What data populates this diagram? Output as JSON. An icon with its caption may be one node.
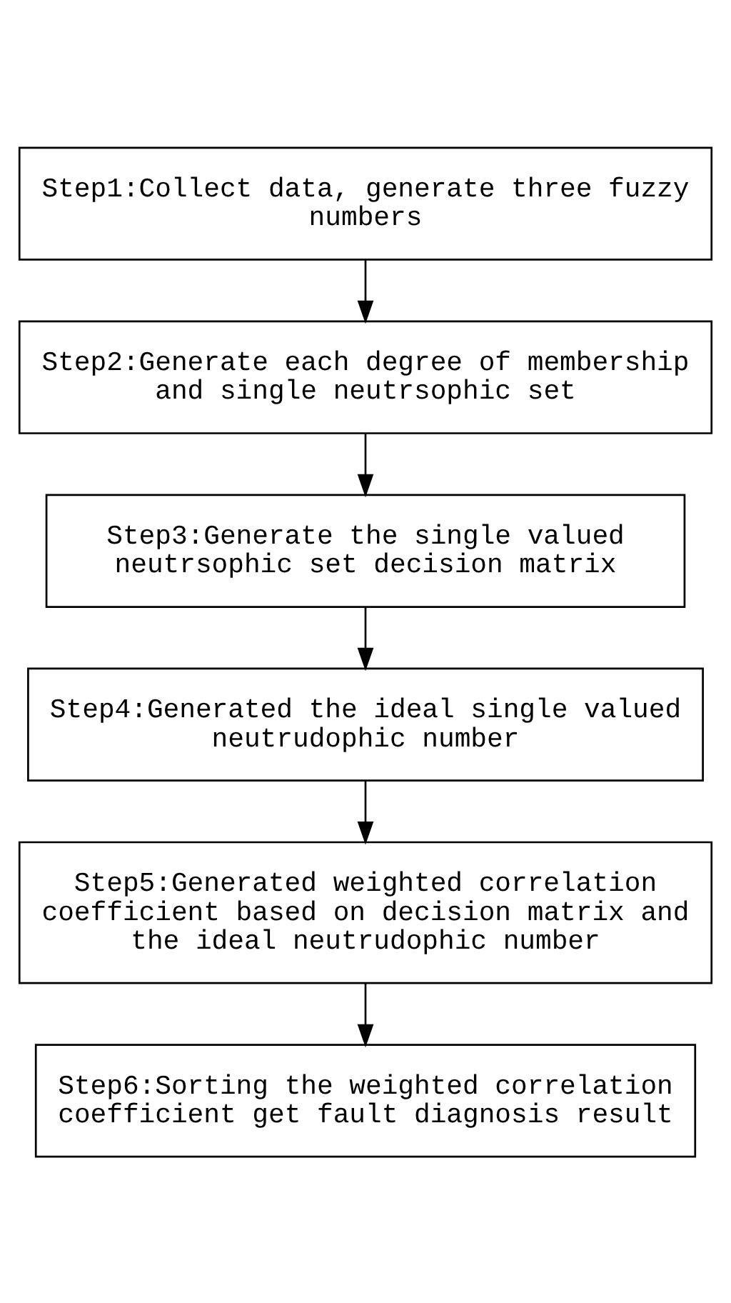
{
  "diagram": {
    "nodes": [
      {
        "text": [
          "Step1:Collect data, generate three fuzzy numbers"
        ]
      },
      {
        "text": [
          "Step2:Generate each degree of membership and single neutrsophic set"
        ]
      },
      {
        "text": [
          "Step3:Generate the single valued neutrsophic set decision matrix"
        ]
      },
      {
        "text": [
          "Step4:Generated the ideal single valued neutrudophic number"
        ]
      },
      {
        "text": [
          "Step5:Generated weighted correlation coefficient based on decision matrix and the ideal neutrudophic number"
        ]
      },
      {
        "text": [
          "Step6:Sorting the weighted correlation coefficient get fault diagnosis result"
        ]
      }
    ],
    "edges": [
      {
        "from": 0,
        "to": 1,
        "arrow": "to"
      },
      {
        "from": 1,
        "to": 2,
        "arrow": "to"
      },
      {
        "from": 2,
        "to": 3,
        "arrow": "to"
      },
      {
        "from": 3,
        "to": 4,
        "arrow": "to"
      },
      {
        "from": 4,
        "to": 5,
        "arrow": "to"
      }
    ]
  }
}
